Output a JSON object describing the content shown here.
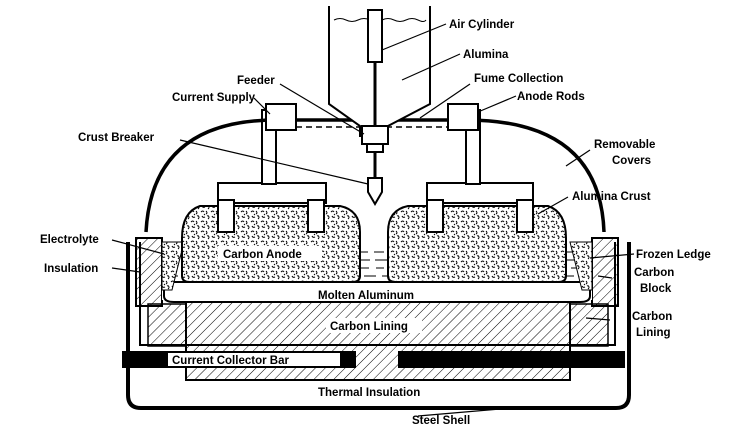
{
  "labels": {
    "air_cylinder": "Air Cylinder",
    "alumina": "Alumina",
    "feeder": "Feeder",
    "fume_collection": "Fume Collection",
    "current_supply": "Current Supply",
    "anode_rods": "Anode Rods",
    "crust_breaker": "Crust Breaker",
    "removable_covers_1": "Removable",
    "removable_covers_2": "Covers",
    "alumina_crust": "Alumina Crust",
    "electrolyte": "Electrolyte",
    "frozen_ledge": "Frozen Ledge",
    "insulation": "Insulation",
    "carbon_block_1": "Carbon",
    "carbon_block_2": "Block",
    "carbon_anode": "Carbon Anode",
    "molten_aluminum": "Molten Aluminum",
    "carbon_lining_center": "Carbon Lining",
    "carbon_lining_side_1": "Carbon",
    "carbon_lining_side_2": "Lining",
    "current_collector_bar": "Current Collector Bar",
    "thermal_insulation": "Thermal Insulation",
    "steel_shell": "Steel Shell"
  },
  "colors": {
    "line": "#000000",
    "background": "#ffffff"
  }
}
